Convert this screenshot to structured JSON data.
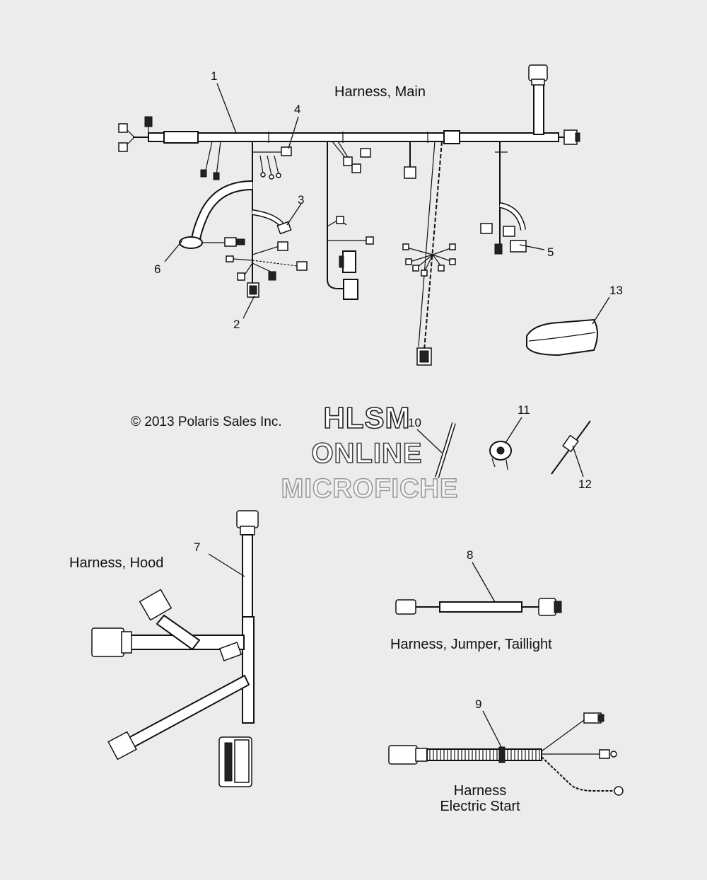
{
  "captions": {
    "main": "Harness, Main",
    "hood": "Harness, Hood",
    "jumper": "Harness, Jumper, Taillight",
    "electric_line1": "Harness",
    "electric_line2": "Electric Start"
  },
  "copyright": "© 2013 Polaris Sales Inc.",
  "watermark": {
    "line1": "HLSM",
    "line2": "ONLINE",
    "line3": "MICROFICHE"
  },
  "callouts": [
    "1",
    "2",
    "3",
    "4",
    "5",
    "6",
    "7",
    "8",
    "9",
    "10",
    "11",
    "12",
    "13"
  ]
}
